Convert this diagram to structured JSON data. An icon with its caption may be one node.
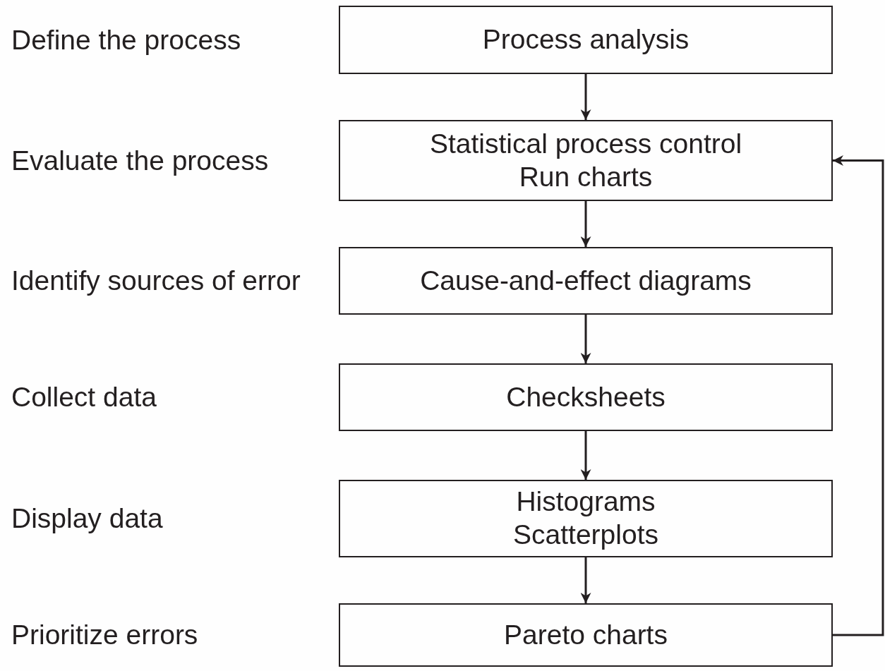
{
  "diagram": {
    "nodes": [
      {
        "text": [
          "Process analysis"
        ]
      },
      {
        "text": [
          "Statistical process control Run charts"
        ]
      },
      {
        "text": [
          "Cause-and-effect diagrams"
        ]
      },
      {
        "text": [
          "Checksheets"
        ]
      },
      {
        "text": [
          "Histograms Scatterplots"
        ]
      },
      {
        "text": [
          "Pareto charts"
        ]
      }
    ],
    "labels": [
      "Define the process",
      "Evaluate the process",
      "Identify sources of error",
      "Collect data",
      "Display data",
      "Prioritize errors"
    ],
    "edges": [
      {
        "from": 0,
        "to": 1,
        "arrow": "to"
      },
      {
        "from": 1,
        "to": 2,
        "arrow": "to"
      },
      {
        "from": 2,
        "to": 3,
        "arrow": "to"
      },
      {
        "from": 3,
        "to": 4,
        "arrow": "to"
      },
      {
        "from": 4,
        "to": 5,
        "arrow": "to"
      },
      {
        "from": 5,
        "to": 1,
        "arrow": "to"
      }
    ]
  }
}
